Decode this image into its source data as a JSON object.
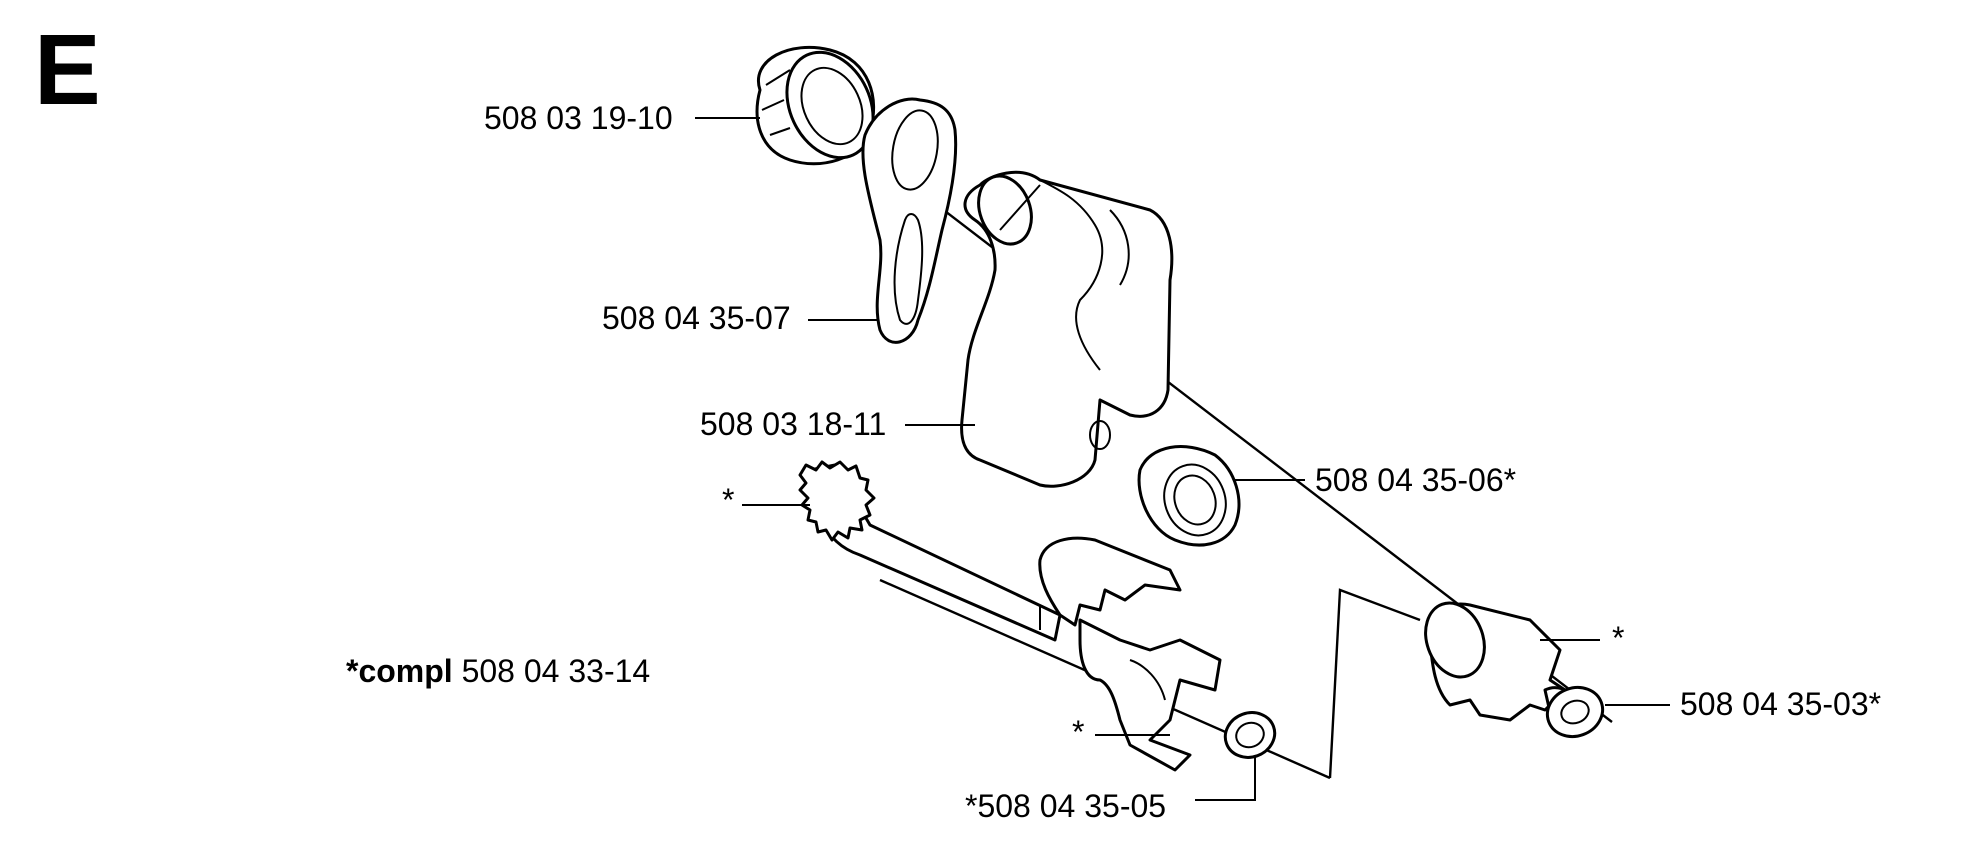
{
  "section_letter": "E",
  "part_labels": {
    "cap_nut": "508 03 19-10",
    "lever_plate": "508 04 35-07",
    "housing": "508 03 18-11",
    "bushing": "508 04 35-06*",
    "shaft": "*",
    "compl_prefix": "*compl",
    "compl_number": "508 04 33-14",
    "worm_gear": "*",
    "washer_small": "*508 04 35-05",
    "drive_gear": "*",
    "washer_right": "508 04 35-03*"
  }
}
